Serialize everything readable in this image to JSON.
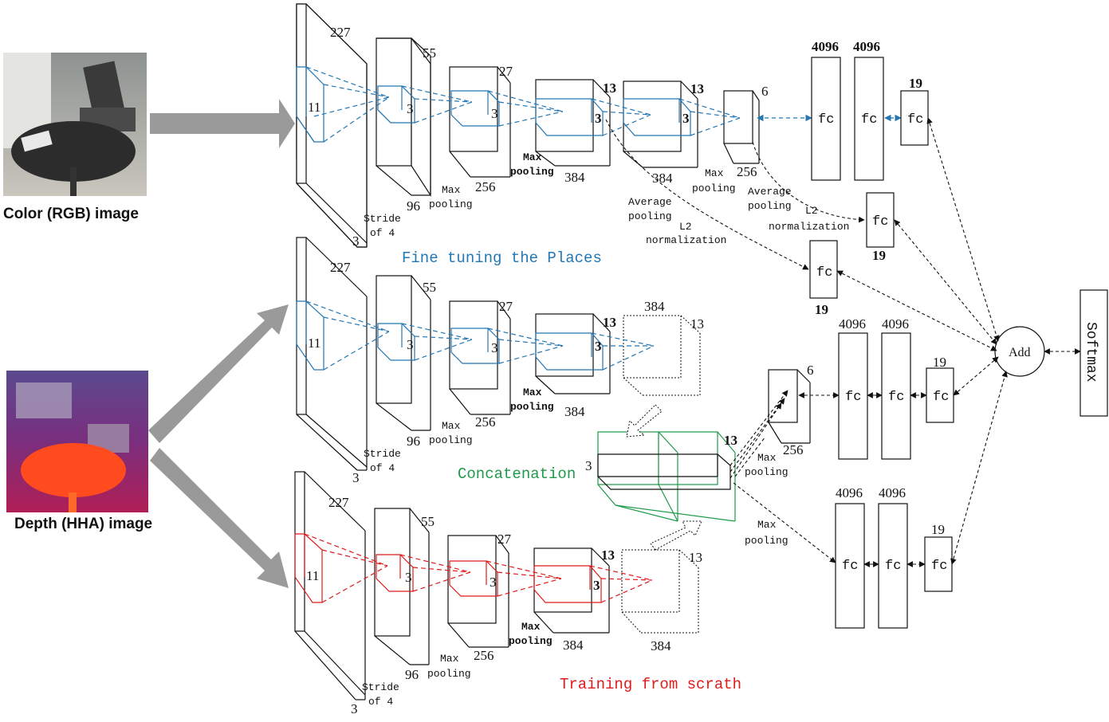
{
  "inputs": {
    "rgb_label": "Color (RGB) image",
    "depth_label": "Depth (HHA) image"
  },
  "layer_dims": {
    "input_size": "227",
    "input_channels": "3",
    "kernel1": "11",
    "conv1_size": "55",
    "conv1_channels": "96",
    "kernel": "3",
    "conv2_size": "27",
    "conv2_channels": "256",
    "conv3_size": "13",
    "conv3_channels": "384",
    "pool_size": "6",
    "pool_channels": "256",
    "fc_units": "4096",
    "classes": "19"
  },
  "ops": {
    "stride_line1": "Stride",
    "stride_line2": "of 4",
    "max": "Max",
    "pooling": "pooling",
    "average": "Average",
    "l2": "L2",
    "normalization": "normalization",
    "fc": "fc",
    "add": "Add",
    "softmax": "Softmax"
  },
  "captions": {
    "fine_tune": "Fine tuning the Places",
    "concat": "Concatenation",
    "scratch": "Training from scrath"
  },
  "colors": {
    "rgb_branch": "#2377b4",
    "depth_scratch": "#e01b1b",
    "concat": "#1f9a4a",
    "box": "#111111"
  }
}
